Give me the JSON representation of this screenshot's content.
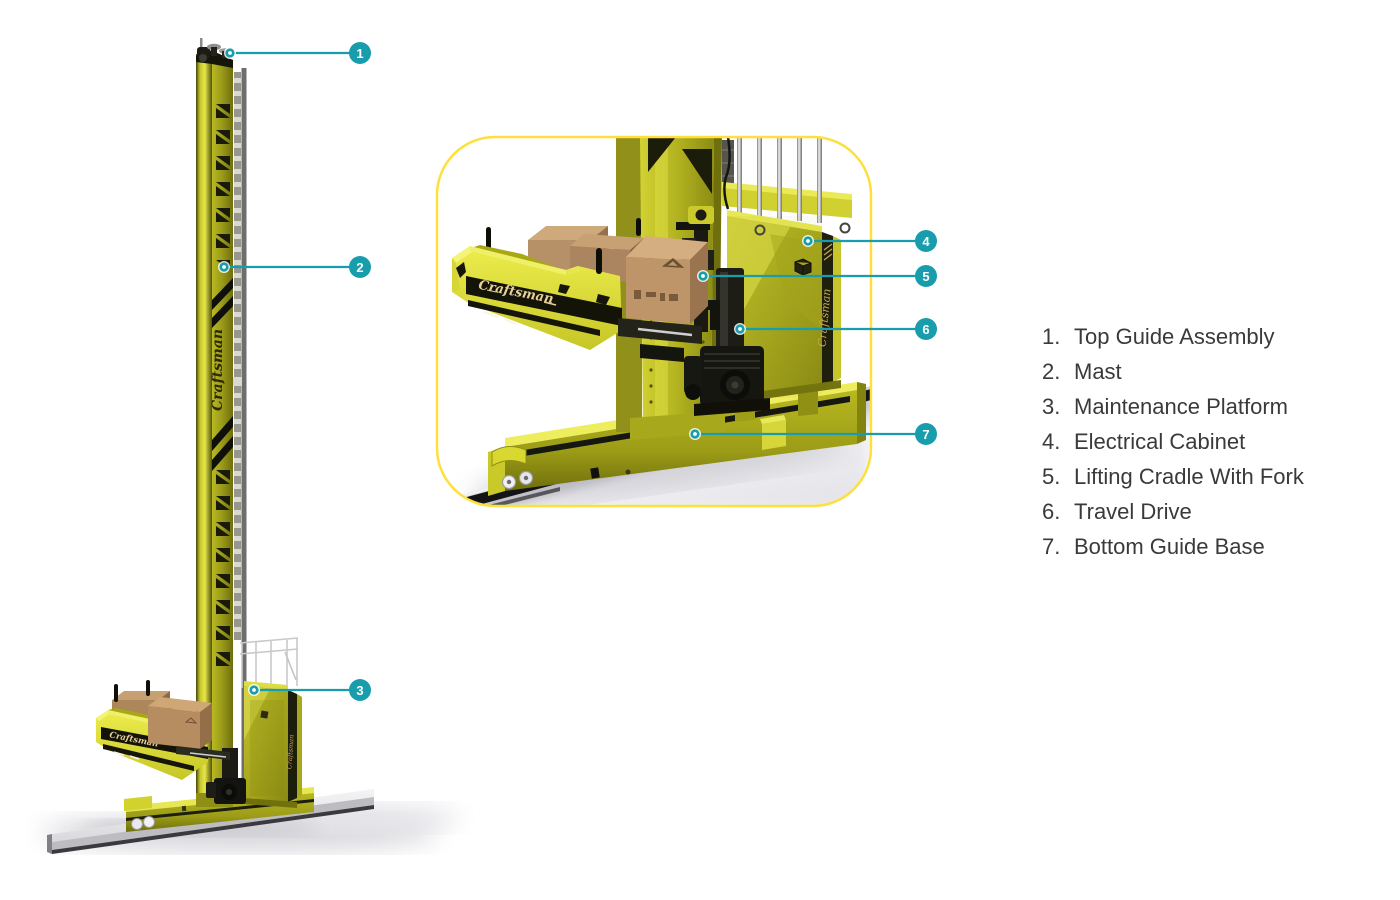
{
  "machine": {
    "brand": "Craftsman"
  },
  "callouts": [
    {
      "number": "1",
      "num": "1.",
      "label": "Top Guide Assembly"
    },
    {
      "number": "2",
      "num": "2.",
      "label": "Mast"
    },
    {
      "number": "3",
      "num": "3.",
      "label": "Maintenance Platform"
    },
    {
      "number": "4",
      "num": "4.",
      "label": "Electrical Cabinet"
    },
    {
      "number": "5",
      "num": "5.",
      "label": "Lifting Cradle With Fork"
    },
    {
      "number": "6",
      "num": "6.",
      "label": "Travel Drive"
    },
    {
      "number": "7",
      "num": "7.",
      "label": "Bottom Guide Base"
    }
  ],
  "colors": {
    "accent": "#189DAD",
    "legend_text": "#3A3A3A",
    "detail_border": "#FFDF3D",
    "machine_yellow": "#C9C92A",
    "background": "#FFFFFF"
  }
}
